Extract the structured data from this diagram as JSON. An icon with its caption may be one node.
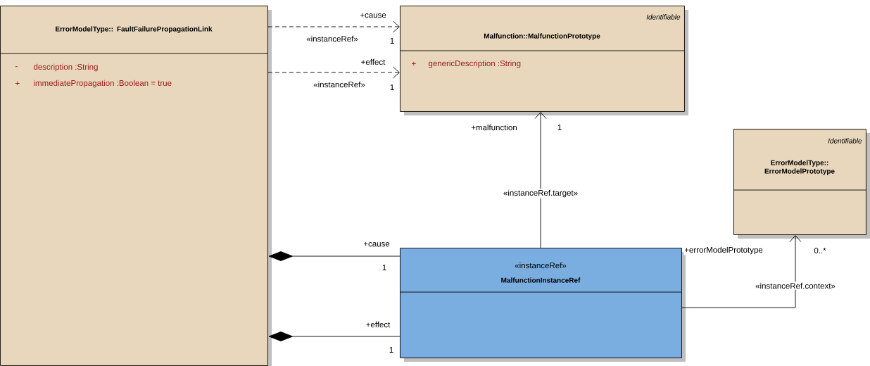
{
  "diagram": {
    "nodes": [
      {
        "text": [
          "ErrorModelType:: FaultFailurePropagationLink",
          "-",
          "description :String",
          "+",
          "immediatePropagation :Boolean = true"
        ]
      },
      {
        "text": [
          "Identifiable",
          "Malfunction::MalfunctionPrototype",
          "+",
          "genericDescription :String"
        ]
      },
      {
        "text": [
          "Identifiable",
          "ErrorModelType:: ErrorModelPrototype"
        ]
      },
      {
        "text": [
          "«instanceRef»",
          "MalfunctionInstanceRef"
        ]
      }
    ],
    "edges": [
      {
        "from": 0,
        "to": 1,
        "arrow": "to",
        "style": "dashed",
        "label": "«instanceRef»"
      },
      {
        "from": 0,
        "to": 1,
        "arrow": "to",
        "style": "dashed",
        "label": "«instanceRef»"
      },
      {
        "from": 3,
        "to": 1,
        "arrow": "to",
        "label": "«instanceRef.target»"
      },
      {
        "from": 3,
        "to": 2,
        "arrow": "to",
        "label": "«instanceRef.context»"
      },
      {
        "from": 0,
        "to": 3,
        "arrow": "other"
      },
      {
        "from": 0,
        "to": 3,
        "arrow": "other"
      }
    ],
    "labels": [
      "+cause",
      "1",
      "+effect",
      "1",
      "+malfunction",
      "1",
      "+errorModelPrototype",
      "0..*",
      "+cause",
      "1",
      "+effect",
      "1"
    ]
  }
}
